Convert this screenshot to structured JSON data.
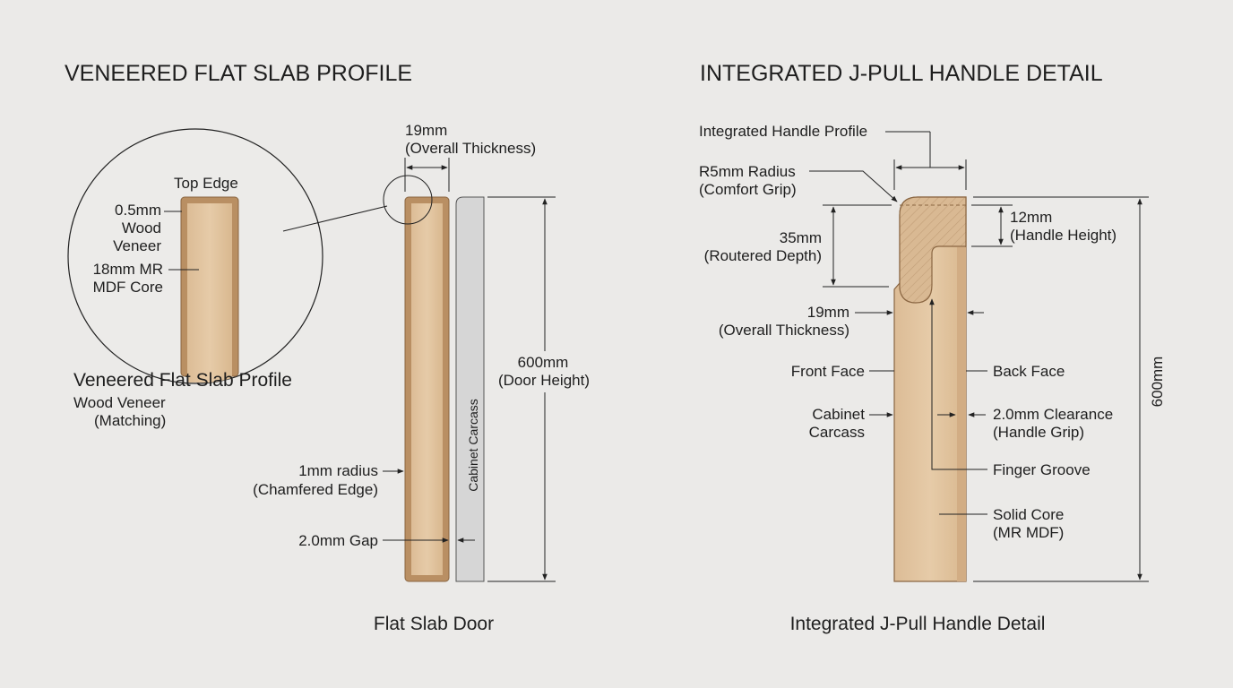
{
  "left": {
    "title": "VENEERED FLAT SLAB PROFILE",
    "detail": {
      "top_edge": "Top Edge",
      "veneer_l1": "0.5mm",
      "veneer_l2": "Wood",
      "veneer_l3": "Veneer",
      "core_l1": "18mm MR",
      "core_l2": "MDF Core"
    },
    "profile_caption": "Veneered Flat Slab Profile",
    "veneer_l1": "Wood Veneer",
    "veneer_l2": "(Matching)",
    "thickness_l1": "19mm",
    "thickness_l2": "(Overall Thickness)",
    "height_l1": "600mm",
    "height_l2": "(Door Height)",
    "carcass": "Cabinet Carcass",
    "radius_l1": "1mm radius",
    "radius_l2": "(Chamfered Edge)",
    "gap": "2.0mm Gap",
    "caption": "Flat Slab Door"
  },
  "right": {
    "title": "INTEGRATED J-PULL HANDLE DETAIL",
    "handle_profile": "Integrated Handle Profile",
    "radius_l1": "R5mm Radius",
    "radius_l2": "(Comfort Grip)",
    "handle_height_l1": "12mm",
    "handle_height_l2": "(Handle Height)",
    "routered_l1": "35mm",
    "routered_l2": "(Routered Depth)",
    "thickness_l1": "19mm",
    "thickness_l2": "(Overall Thickness)",
    "front_face": "Front Face",
    "back_face": "Back Face",
    "carcass_l1": "Cabinet",
    "carcass_l2": "Carcass",
    "clearance_l1": "2.0mm Clearance",
    "clearance_l2": "(Handle Grip)",
    "finger_groove": "Finger Groove",
    "core_l1": "Solid Core",
    "core_l2": "(MR MDF)",
    "height": "600mm",
    "caption": "Integrated J-Pull Handle Detail"
  },
  "colors": {
    "veneer": "#b98f63",
    "core": "#e3c7a4",
    "carcass": "#d6d6d6",
    "background": "#ebeae8"
  }
}
